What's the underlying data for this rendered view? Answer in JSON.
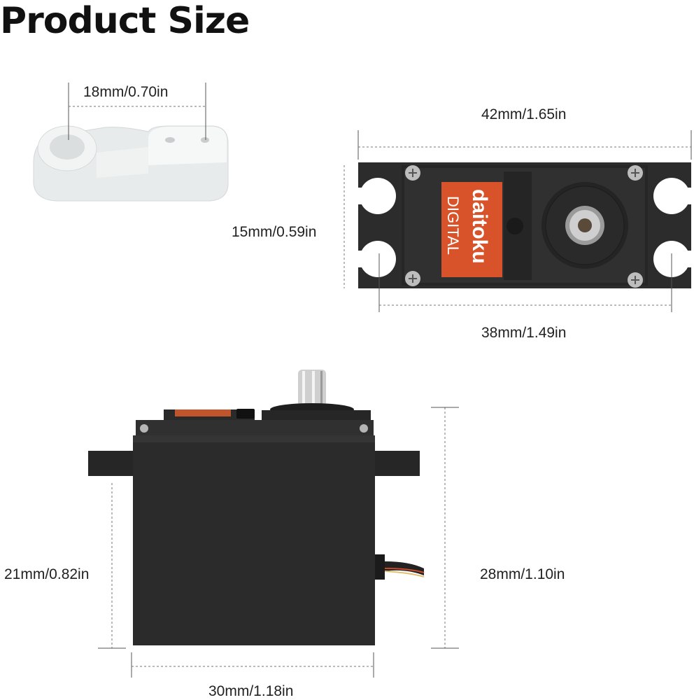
{
  "title": "Product Size",
  "label": {
    "brand": "daitoku",
    "type": "DIGITAL"
  },
  "dimensions": {
    "horn_hole_spacing": "18mm/0.70in",
    "top_total_length": "42mm/1.65in",
    "top_width": "15mm/0.59in",
    "top_mount_spacing": "38mm/1.49in",
    "side_body_height": "21mm/0.82in",
    "side_total_height": "28mm/1.10in",
    "side_body_length": "30mm/1.18in"
  },
  "colors": {
    "servo_body": "#2b2b2b",
    "label_orange": "#d8532a",
    "horn_white": "#ecefef"
  }
}
